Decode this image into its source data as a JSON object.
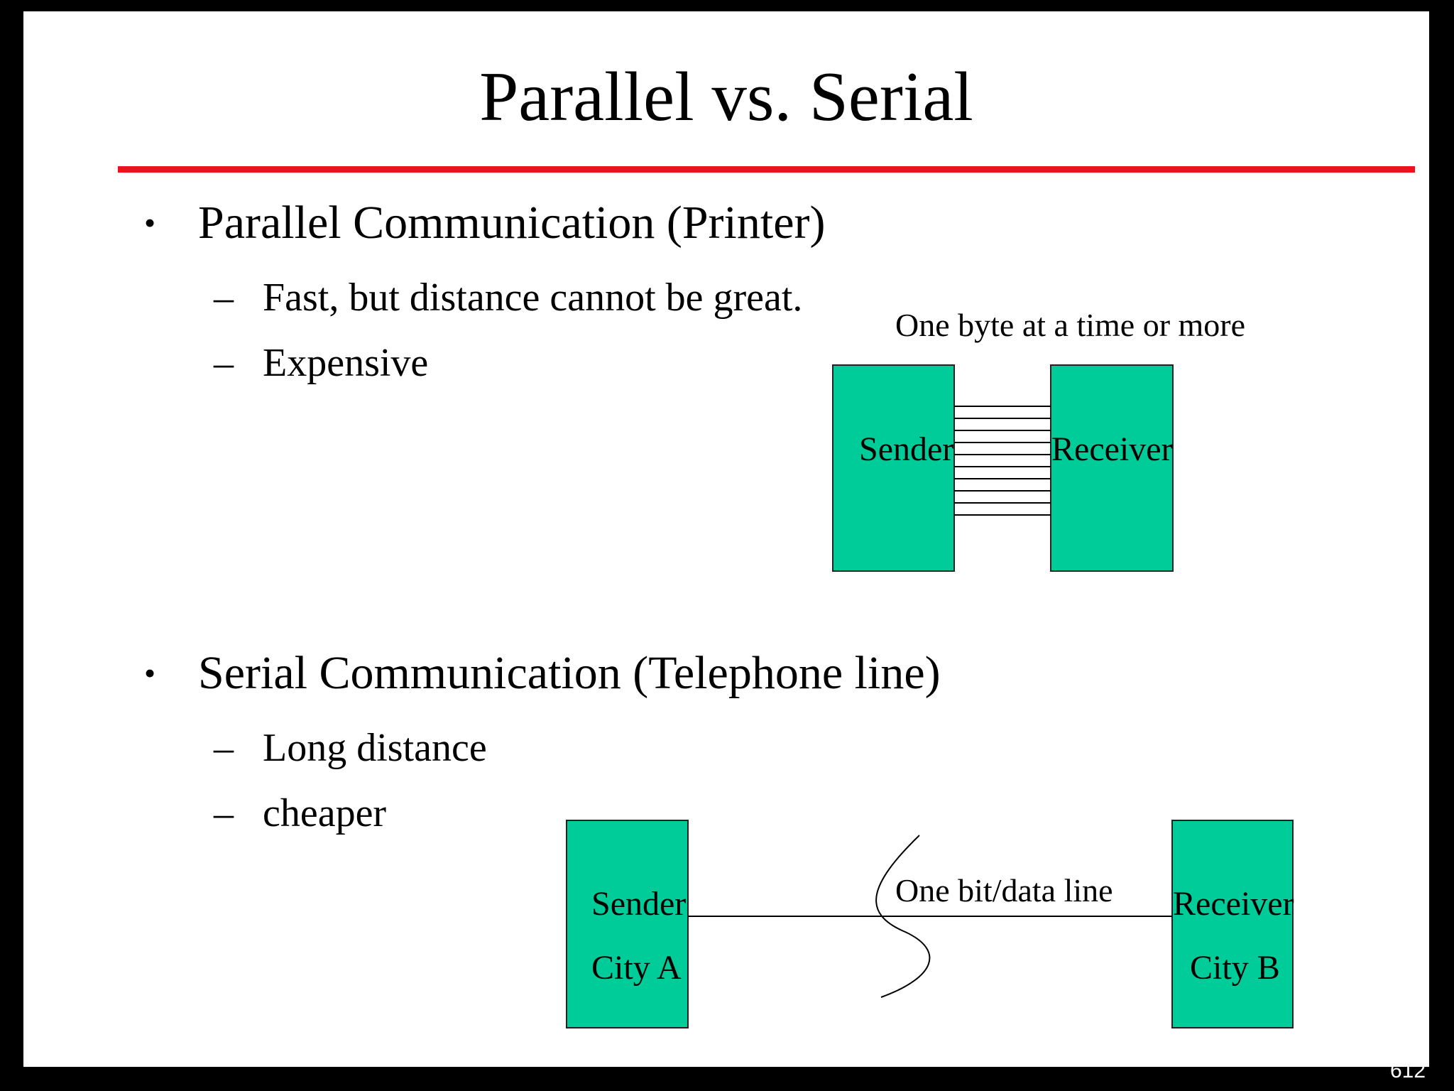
{
  "slide": {
    "title": "Parallel vs. Serial",
    "accent_color": "#e8141a",
    "box_color": "#00cc99",
    "parallel": {
      "heading": "Parallel Communication (Printer)",
      "points": [
        "Fast, but distance cannot be great.",
        "Expensive"
      ],
      "diagram": {
        "caption": "One byte at a time or more",
        "sender_label": "Sender",
        "receiver_label": "Receiver"
      }
    },
    "serial": {
      "heading": "Serial Communication (Telephone line)",
      "points": [
        "Long distance",
        "cheaper"
      ],
      "diagram": {
        "sender_label": "Sender",
        "sender_city": "City A",
        "receiver_label": "Receiver",
        "receiver_city": "City B",
        "line_label": "One bit/data line"
      }
    },
    "bullet_glyph": "•",
    "dash_glyph": "–",
    "page_number": "612"
  }
}
